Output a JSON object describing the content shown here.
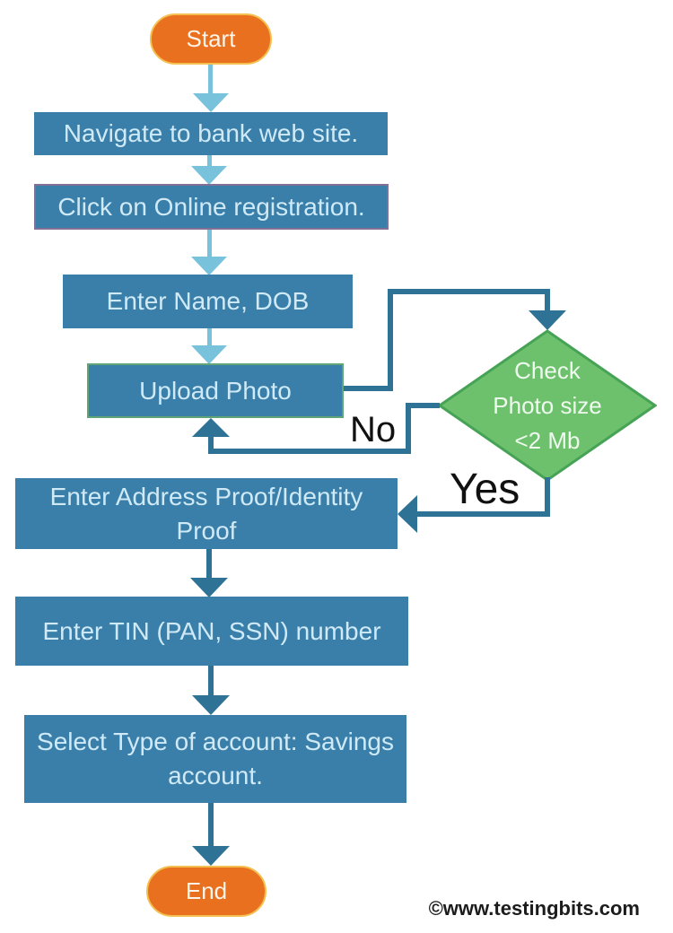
{
  "diagram": {
    "nodes": {
      "start": {
        "label": "Start",
        "type": "terminator"
      },
      "navigate": {
        "label": "Navigate to bank web site.",
        "type": "process"
      },
      "online_registration": {
        "label": "Click on Online registration.",
        "type": "process"
      },
      "name_dob": {
        "label": "Enter Name, DOB",
        "type": "process"
      },
      "upload_photo": {
        "label": "Upload Photo",
        "type": "process"
      },
      "check_photo_size": {
        "label": "Check Photo size <2 Mb",
        "lines": [
          "Check",
          "Photo size",
          "<2 Mb"
        ],
        "type": "decision"
      },
      "address_proof": {
        "label": "Enter Address Proof/Identity Proof",
        "lines": [
          "Enter Address Proof/Identity",
          "Proof"
        ],
        "type": "process"
      },
      "tin_number": {
        "label": "Enter TIN (PAN, SSN) number",
        "type": "process"
      },
      "account_type": {
        "label": "Select Type of account: Savings account.",
        "lines": [
          "Select Type of account: Savings",
          "account."
        ],
        "type": "process"
      },
      "end": {
        "label": "End",
        "type": "terminator"
      }
    },
    "edge_labels": {
      "no": "No",
      "yes": "Yes"
    }
  },
  "watermark": "©www.testingbits.com",
  "colors": {
    "background": "#ffffff",
    "process_fill": "#3a7fa9",
    "process_text": "#cfeaf6",
    "process_border_purple": "#837095",
    "process_border_green": "#61a475",
    "light_arrow": "#79c2dc",
    "dark_arrow": "#2e7296",
    "decision_fill": "#6ec16c",
    "decision_border": "#46a356",
    "decision_text": "#eefaee",
    "terminator_fill": "#e8701f",
    "terminator_border": "#f4c052",
    "terminator_text": "#fdf4ea",
    "edge_label_color": "#111111",
    "watermark_color": "#1c1c1c"
  }
}
